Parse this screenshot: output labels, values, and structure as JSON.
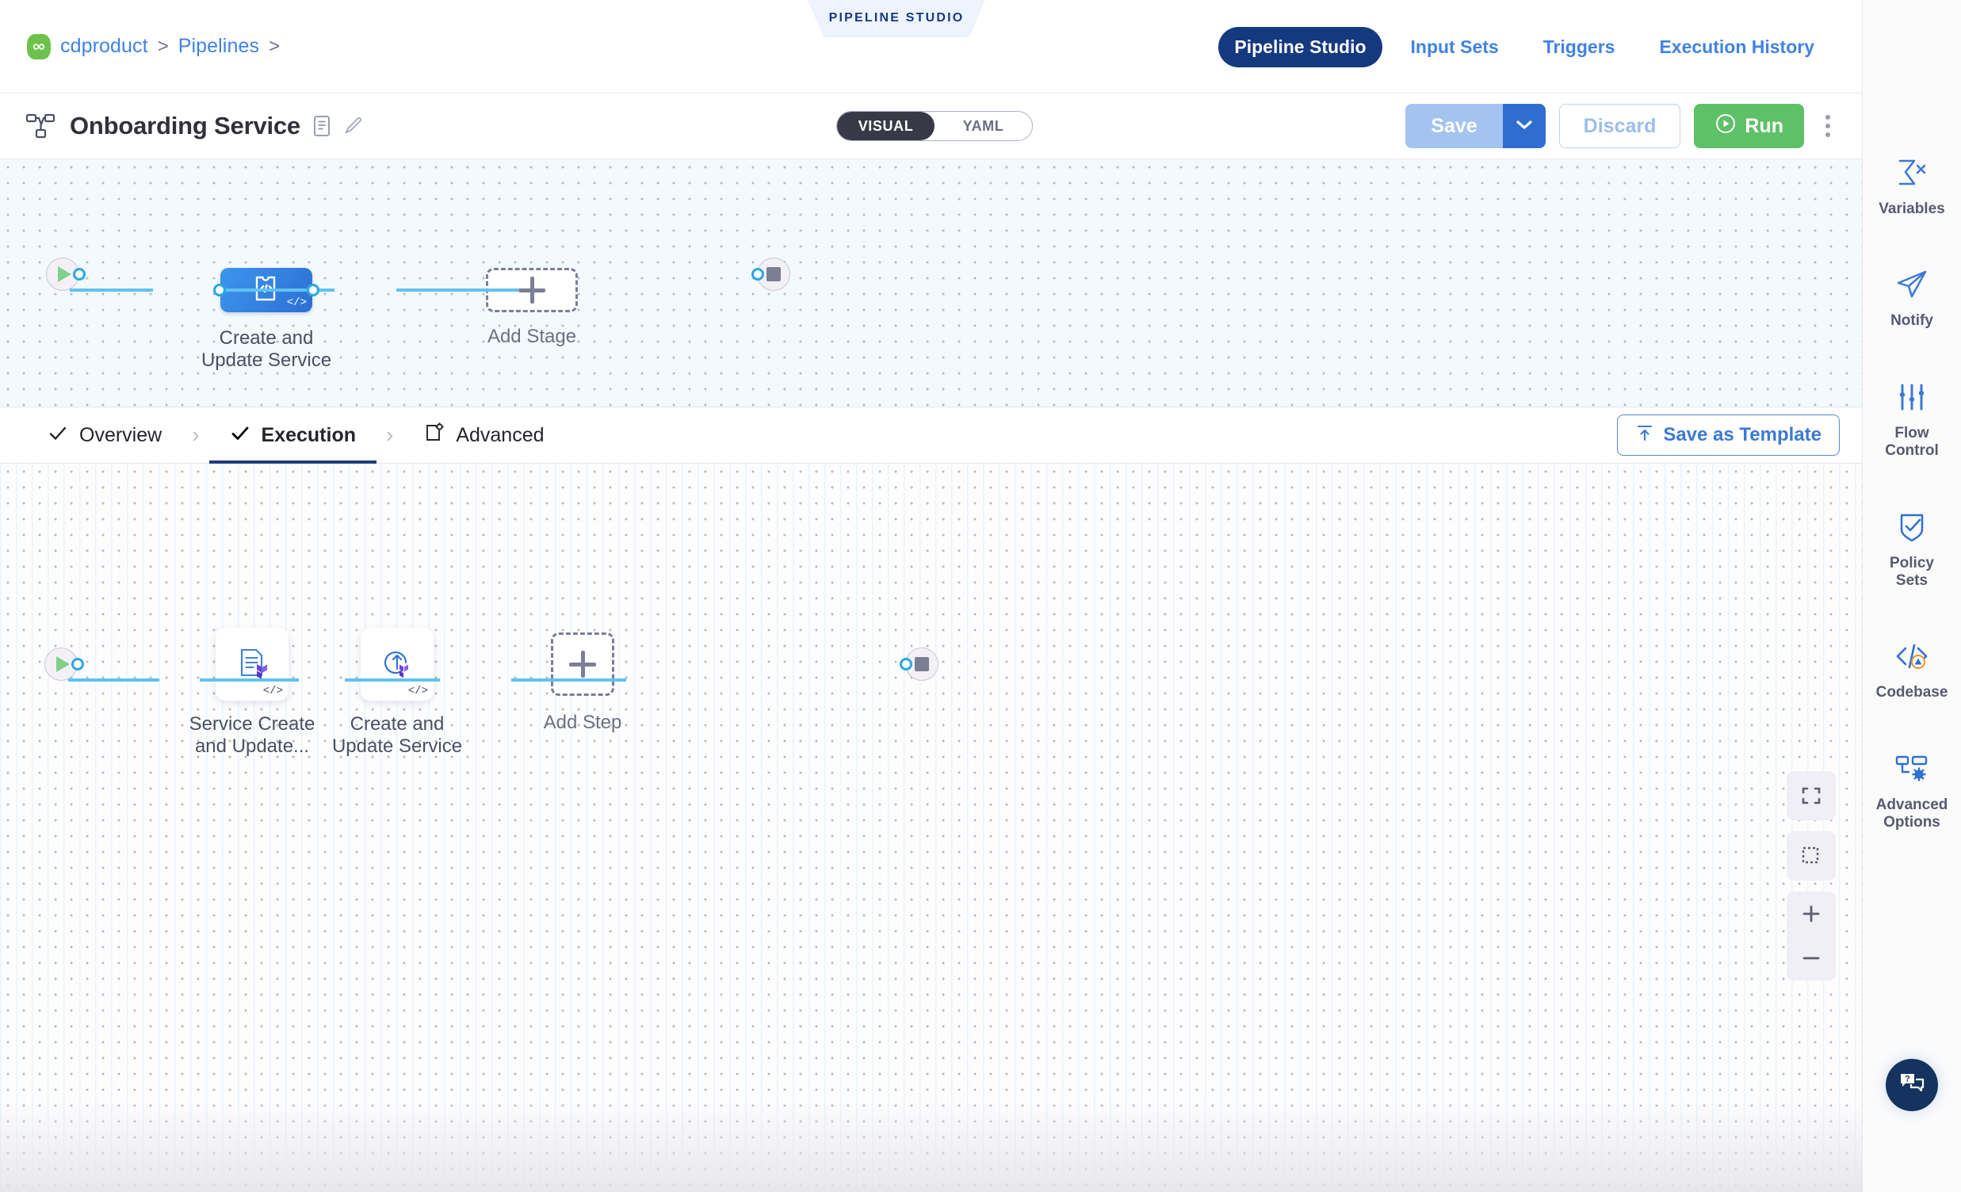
{
  "header": {
    "breadcrumb": {
      "org": "cdproduct",
      "section": "Pipelines",
      "separator": ">"
    },
    "studio_banner": "PIPELINE STUDIO",
    "nav": [
      {
        "label": "Pipeline Studio",
        "active": true
      },
      {
        "label": "Input Sets",
        "active": false
      },
      {
        "label": "Triggers",
        "active": false
      },
      {
        "label": "Execution History",
        "active": false
      }
    ]
  },
  "titlebar": {
    "pipeline_name": "Onboarding Service",
    "description_icon": "description-icon",
    "edit_icon": "pencil-icon",
    "mode": {
      "visual": "VISUAL",
      "yaml": "YAML",
      "selected": "VISUAL"
    },
    "save_label": "Save",
    "save_caret_icon": "chevron-down-icon",
    "discard_label": "Discard",
    "run_label": "Run",
    "run_icon": "play-circle-icon",
    "more_icon": "kebab-menu-icon"
  },
  "stage_canvas": {
    "start_node": "start-node",
    "end_node": "end-node",
    "stage": {
      "label": "Create and\nUpdate Service",
      "icon": "template-code-icon",
      "badge": "</>"
    },
    "add_stage": {
      "label": "Add Stage",
      "icon": "plus-icon"
    },
    "controls": {
      "fit_icon": "fit-to-screen-icon",
      "select_icon": "marquee-select-icon",
      "zoom_in_icon": "zoom-in-icon",
      "zoom_out_icon": "zoom-out-icon"
    }
  },
  "tabs": {
    "items": [
      {
        "label": "Overview",
        "icon": "check-icon",
        "active": false
      },
      {
        "label": "Execution",
        "icon": "check-icon",
        "active": true
      },
      {
        "label": "Advanced",
        "icon": "advanced-config-icon",
        "active": false
      }
    ],
    "separator": "›",
    "save_as_template": {
      "label": "Save as Template",
      "icon": "template-upload-icon"
    }
  },
  "step_canvas": {
    "start_node": "start-node",
    "end_node": "end-node",
    "steps": [
      {
        "label": "Service Create\nand Update...",
        "icon": "terraform-plan-icon",
        "badge": "</>"
      },
      {
        "label": "Create and\nUpdate Service",
        "icon": "terraform-apply-icon",
        "badge": "</>"
      }
    ],
    "add_step": {
      "label": "Add Step",
      "icon": "plus-icon"
    },
    "controls": {
      "fit_icon": "fit-to-screen-icon",
      "select_icon": "marquee-select-icon",
      "zoom_in_icon": "zoom-in-icon",
      "zoom_out_icon": "zoom-out-icon"
    }
  },
  "rail": {
    "items": [
      {
        "label": "Variables",
        "icon": "sigma-variables-icon"
      },
      {
        "label": "Notify",
        "icon": "paper-plane-icon"
      },
      {
        "label": "Flow\nControl",
        "icon": "sliders-icon"
      },
      {
        "label": "Policy\nSets",
        "icon": "shield-check-icon"
      },
      {
        "label": "Codebase",
        "icon": "code-warning-icon",
        "badge": "warning"
      },
      {
        "label": "Advanced\nOptions",
        "icon": "nodes-gear-icon"
      }
    ],
    "help": {
      "icon": "help-chat-icon"
    }
  },
  "colors": {
    "brand_navy": "#15397f",
    "link_blue": "#4182e4",
    "run_green": "#5ec168",
    "edge_blue": "#60c3ef",
    "stage_blue": "#2c6fd5",
    "warning_orange": "#f0902a"
  }
}
